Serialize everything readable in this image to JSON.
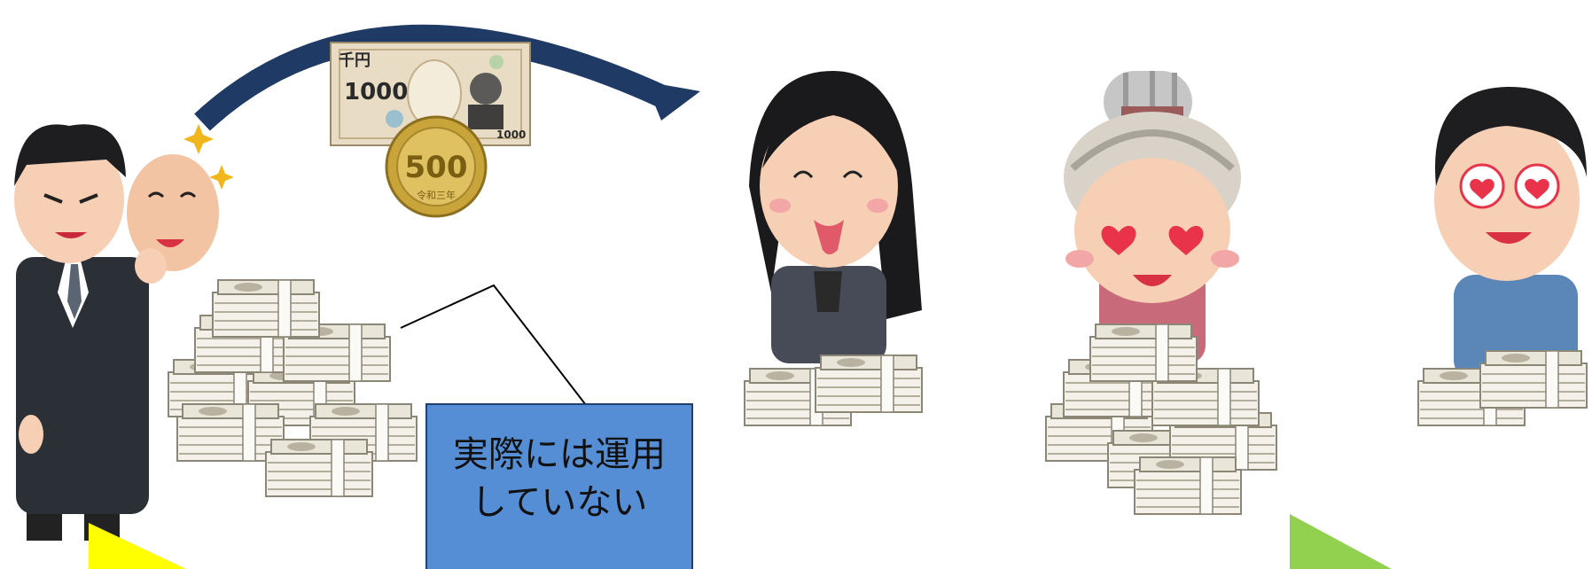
{
  "callout": {
    "line1": "実際には運用",
    "line2": "していない"
  },
  "banknote": {
    "header": "千円",
    "denomination": "1000",
    "corner_value": "1000"
  },
  "coin": {
    "value": "500",
    "inscription": "令和三年"
  },
  "colors": {
    "arrow": "#1f3a64",
    "callout_fill": "#558ed5",
    "suit": "#2b2f36",
    "yellow_arrow": "#ffff00",
    "green_arrow": "#92d050",
    "heart": "#e8334a",
    "coin": "#c9a43a"
  },
  "icons": [
    "fraudster-with-mask-icon",
    "sparkle-icon",
    "curved-arrow-icon",
    "banknote-icon",
    "coin-icon",
    "money-stack-icon",
    "woman-icon",
    "grandmother-heart-eyes-icon",
    "man-heart-eyes-icon"
  ]
}
